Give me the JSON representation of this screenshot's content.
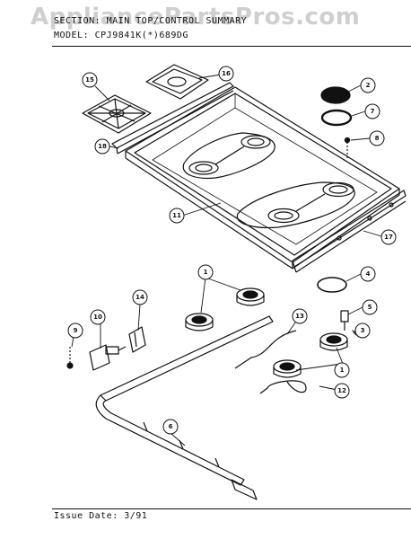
{
  "watermark": "AppliancePartsPros.com",
  "header": {
    "section_line": "SECTION: MAIN TOP/CONTROL  SUMMARY",
    "model_line": "MODEL:  CPJ9841K(*)689DG"
  },
  "footer": {
    "issue_date": "Issue Date: 3/91"
  },
  "callouts": [
    "15",
    "16",
    "2",
    "7",
    "8",
    "18",
    "11",
    "17",
    "4",
    "1",
    "14",
    "10",
    "5",
    "13",
    "3",
    "9",
    "1",
    "12",
    "6"
  ]
}
